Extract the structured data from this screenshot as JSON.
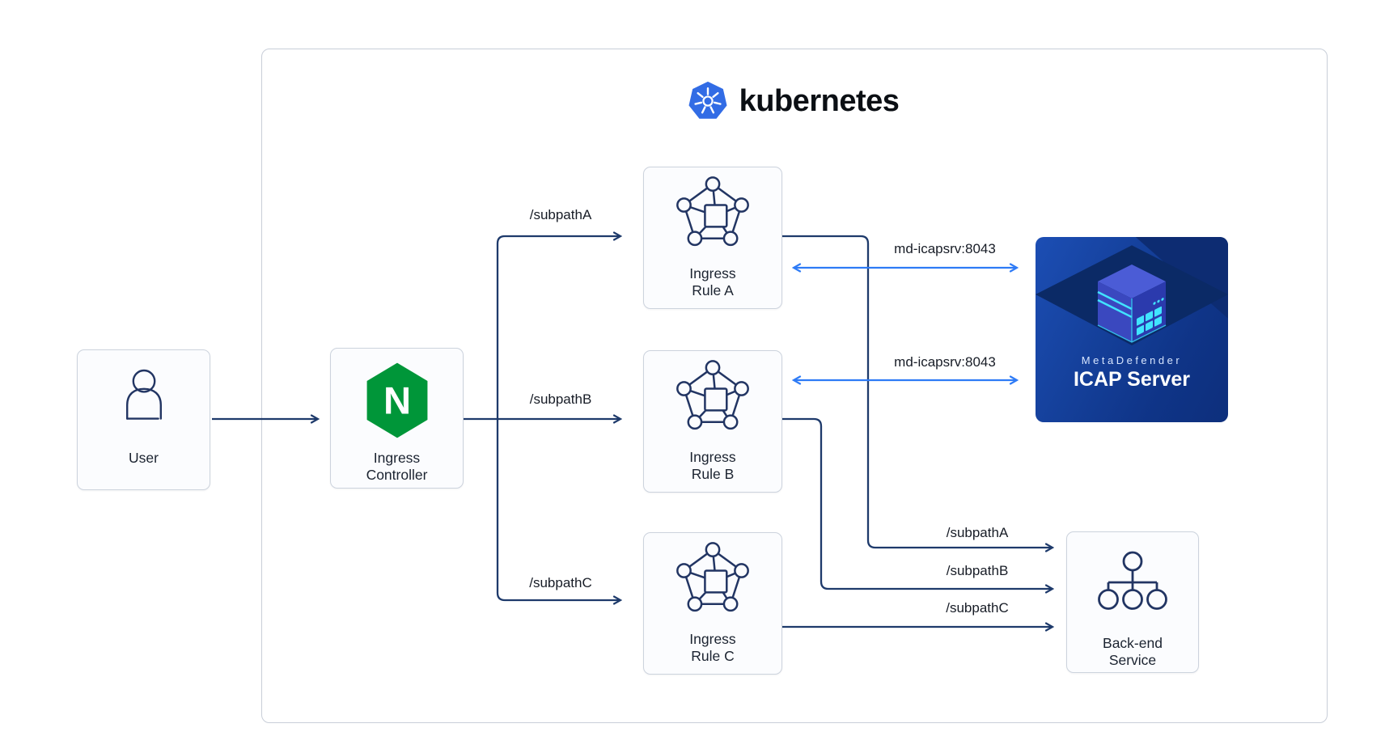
{
  "cluster": {
    "label": "kubernetes"
  },
  "nodes": {
    "user": {
      "label": "User"
    },
    "ingress_controller": {
      "line1": "Ingress",
      "line2": "Controller"
    },
    "ingress_rule_a": {
      "line1": "Ingress",
      "line2": "Rule A"
    },
    "ingress_rule_b": {
      "line1": "Ingress",
      "line2": "Rule B"
    },
    "ingress_rule_c": {
      "line1": "Ingress",
      "line2": "Rule C"
    },
    "icap_server": {
      "brand": "MetaDefender",
      "label": "ICAP Server"
    },
    "backend_service": {
      "line1": "Back-end",
      "line2": "Service"
    }
  },
  "edges": {
    "controller_to_rule_a": "/subpathA",
    "controller_to_rule_b": "/subpathB",
    "controller_to_rule_c": "/subpathC",
    "rule_a_to_icap": "md-icapsrv:8043",
    "rule_b_to_icap": "md-icapsrv:8043",
    "rule_a_to_backend": "/subpathA",
    "rule_b_to_backend": "/subpathB",
    "rule_c_to_backend": "/subpathC"
  },
  "colors": {
    "connector_navy": "#1e3a6b",
    "icap_link_blue": "#2e7bf6",
    "kubernetes_blue": "#326ce5",
    "nginx_green": "#009639",
    "icap_panel_navy": "#123e96"
  }
}
